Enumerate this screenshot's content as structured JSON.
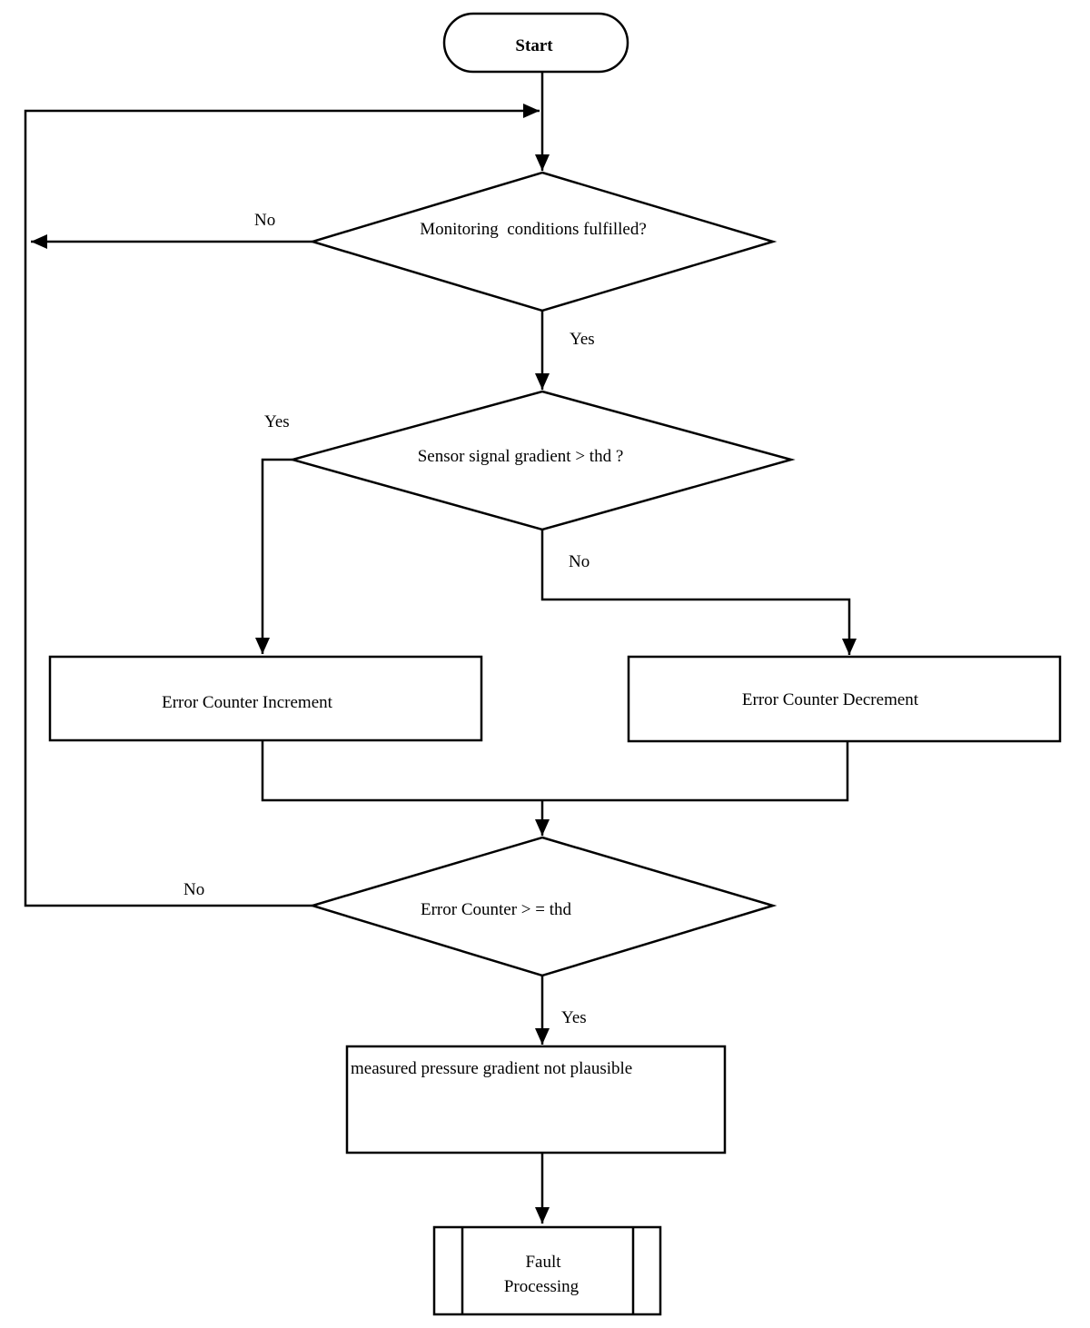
{
  "flowchart": {
    "start": "Start",
    "decision_monitoring": "Monitoring  conditions fulfilled?",
    "decision_gradient": "Sensor signal gradient > thd ?",
    "process_increment": "Error Counter Increment",
    "process_decrement": "Error Counter Decrement",
    "decision_counter": "Error Counter > = thd",
    "process_not_plausible": "measured pressure gradient not plausible",
    "fault_processing_line1": "Fault",
    "fault_processing_line2": "Processing",
    "label_no_monitoring": "No",
    "label_yes_monitoring": "Yes",
    "label_yes_gradient": "Yes",
    "label_no_gradient": "No",
    "label_no_counter": "No",
    "label_yes_counter": "Yes"
  }
}
